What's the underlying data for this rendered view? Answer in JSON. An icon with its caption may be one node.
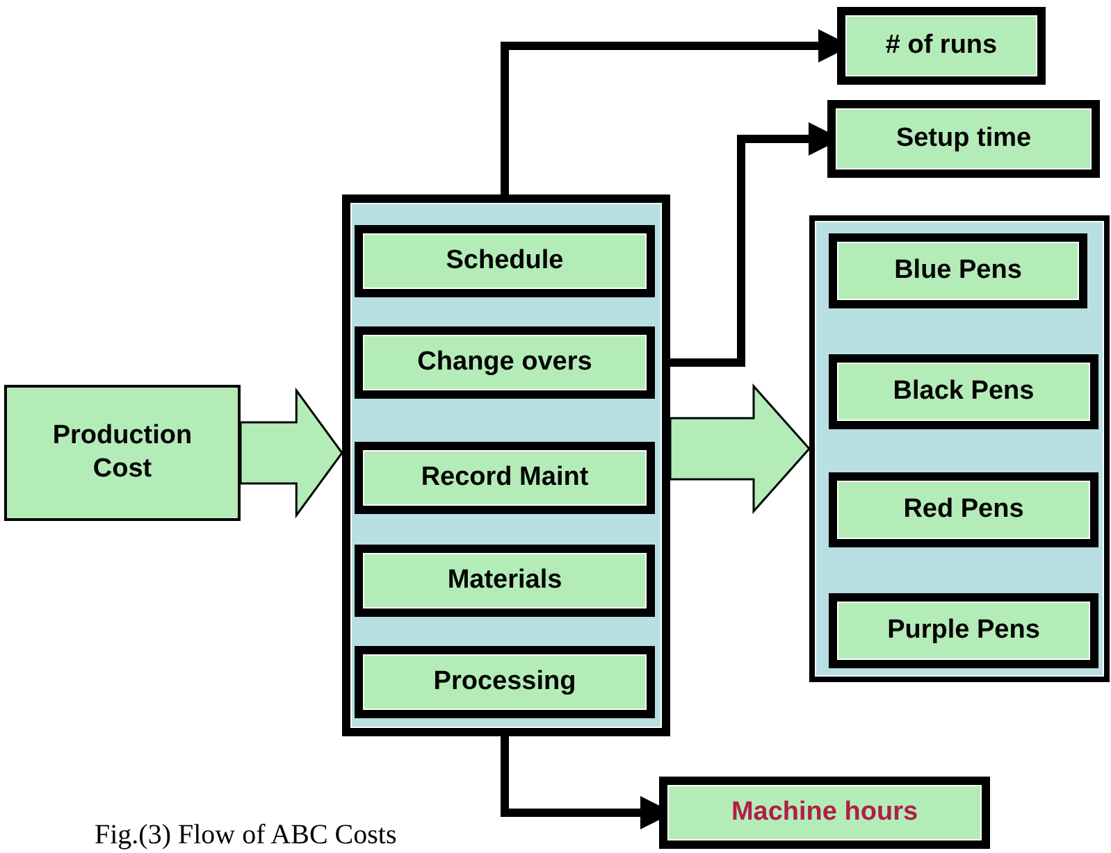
{
  "diagram": {
    "caption": "Fig.(3) Flow of ABC Costs",
    "nodes": [
      {
        "text": [
          "Production Cost"
        ]
      },
      {
        "text": [],
        "shape": "box"
      },
      {
        "text": [
          "Schedule"
        ],
        "in": 1
      },
      {
        "text": [
          "Change overs"
        ],
        "in": 1
      },
      {
        "text": [
          "Record Maint"
        ],
        "in": 1
      },
      {
        "text": [
          "Materials"
        ],
        "in": 1
      },
      {
        "text": [
          "Processing"
        ],
        "in": 1
      },
      {
        "text": [
          "# of runs"
        ]
      },
      {
        "text": [
          "Setup time"
        ]
      },
      {
        "text": [],
        "shape": "box"
      },
      {
        "text": [
          "Blue Pens"
        ],
        "in": 9
      },
      {
        "text": [
          "Black Pens"
        ],
        "in": 9
      },
      {
        "text": [
          "Red Pens"
        ],
        "in": 9
      },
      {
        "text": [
          "Purple Pens"
        ],
        "in": 9
      },
      {
        "text": [
          "Machine hours"
        ]
      }
    ],
    "edges": [
      {
        "from": 0,
        "to": 1,
        "arrow": "to",
        "style": "thick"
      },
      {
        "from": 1,
        "to": 9,
        "arrow": "to",
        "style": "thick"
      },
      {
        "from": 2,
        "to": 7,
        "arrow": "to"
      },
      {
        "from": 3,
        "to": 8,
        "arrow": "to"
      },
      {
        "from": 6,
        "to": 14,
        "arrow": "to"
      }
    ]
  }
}
